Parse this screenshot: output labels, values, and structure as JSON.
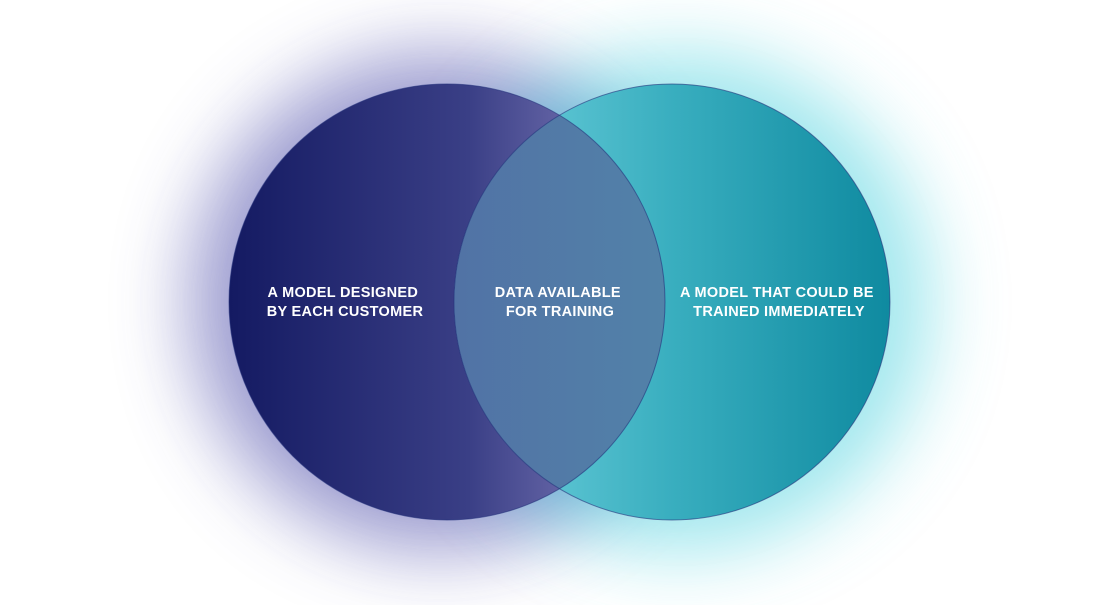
{
  "diagram": {
    "left_circle": {
      "label_lines": [
        "A MODEL DESIGNED",
        "BY EACH CUSTOMER"
      ],
      "color_dark": "#141a62",
      "color_light": "#8d88c4",
      "glow_color": "#4a4aa8"
    },
    "intersection": {
      "label_lines": [
        "DATA AVAILABLE",
        "FOR TRAINING"
      ],
      "color": "#5e86a8"
    },
    "right_circle": {
      "label_lines": [
        "A MODEL THAT COULD BE",
        "TRAINED IMMEDIATELY"
      ],
      "color_light": "#74d4e0",
      "color_dark": "#0f8aa0",
      "glow_color": "#40cfdc"
    },
    "outline_color": "#23307a"
  }
}
